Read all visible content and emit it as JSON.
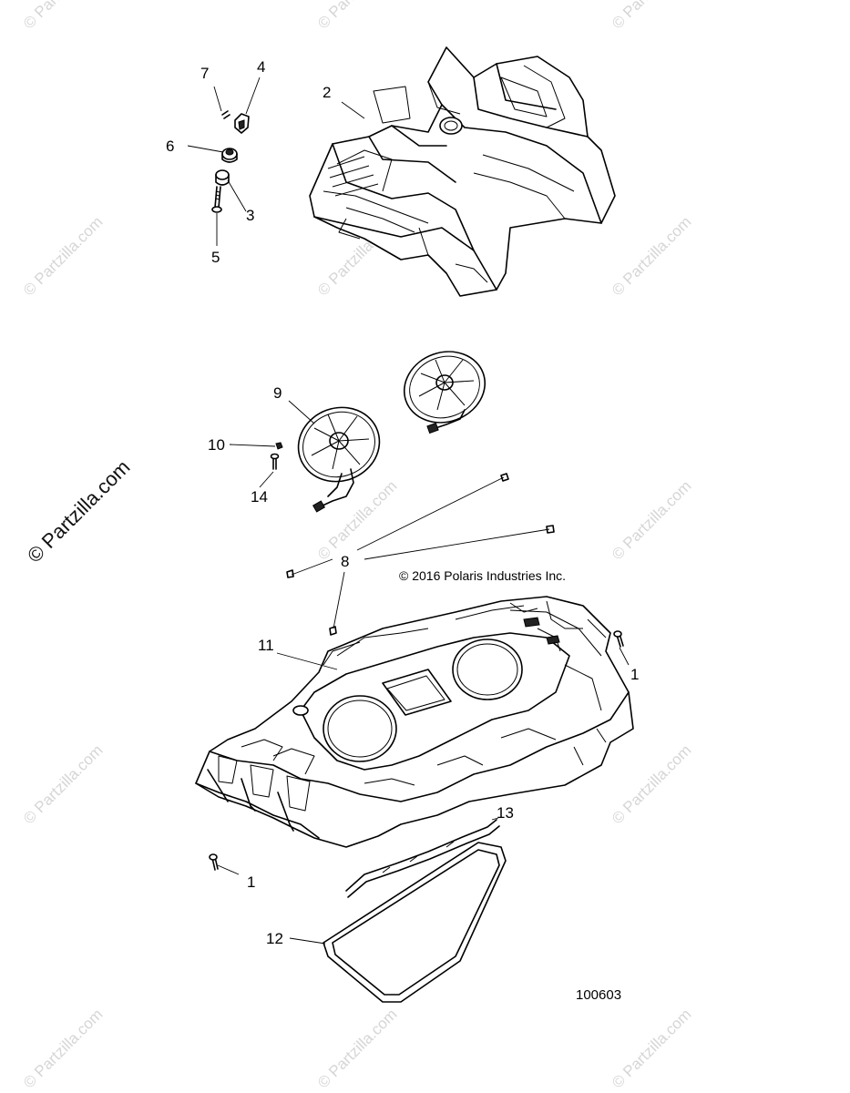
{
  "watermark": {
    "text": "© Partzilla.com",
    "primary_text": "© Partzilla.com"
  },
  "copyright": "© 2016 Polaris Industries Inc.",
  "figure_number": "100603",
  "callouts": {
    "c1a": "1",
    "c1b": "1",
    "c2": "2",
    "c3": "3",
    "c4": "4",
    "c5": "5",
    "c6": "6",
    "c7": "7",
    "c8": "8",
    "c9": "9",
    "c10": "10",
    "c11": "11",
    "c12": "12",
    "c13": "13",
    "c14": "14"
  }
}
